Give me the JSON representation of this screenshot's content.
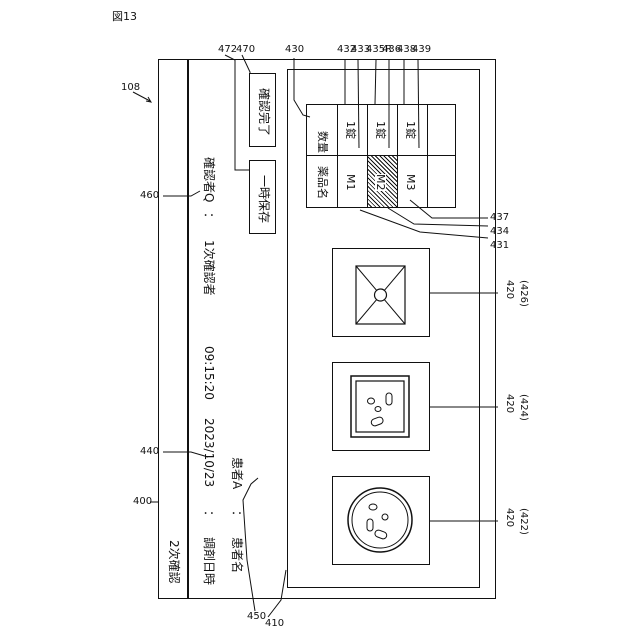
{
  "figure_label": "図13",
  "screen": {
    "title": "2次確認",
    "fields": [
      {
        "label": "調剤日時",
        "sep": "：",
        "value": "2023/10/23",
        "value2": "09:15:20"
      },
      {
        "label": "患者名",
        "sep": "：",
        "value": "患者A"
      }
    ],
    "checker": {
      "label": "1次確認者",
      "sep": "：",
      "value": "確認者Q"
    },
    "buttons": {
      "temp_save": "一時保存",
      "confirm_done": "確認完了"
    }
  },
  "table": {
    "header_drug": "薬品名",
    "header_qty": "数量",
    "rows": [
      {
        "drug": "M1",
        "qty": "1錠"
      },
      {
        "drug": "M2",
        "qty": "1錠"
      },
      {
        "drug": "M3",
        "qty": "1錠"
      }
    ]
  },
  "refs": {
    "r108": "108",
    "r400": "400",
    "r410": "410",
    "r430": "430",
    "r440": "440",
    "r450": "450",
    "r460": "460",
    "r470": "470",
    "r472": "472",
    "r431": "431",
    "r432": "432",
    "r433": "433",
    "r434": "434",
    "r435R": "435R",
    "r436": "436",
    "r437": "437",
    "r438": "438",
    "r439": "439",
    "img_a": "420",
    "img_a_sub": "(426)",
    "img_b": "420",
    "img_b_sub": "(424)",
    "img_c": "420",
    "img_c_sub": "(422)"
  }
}
